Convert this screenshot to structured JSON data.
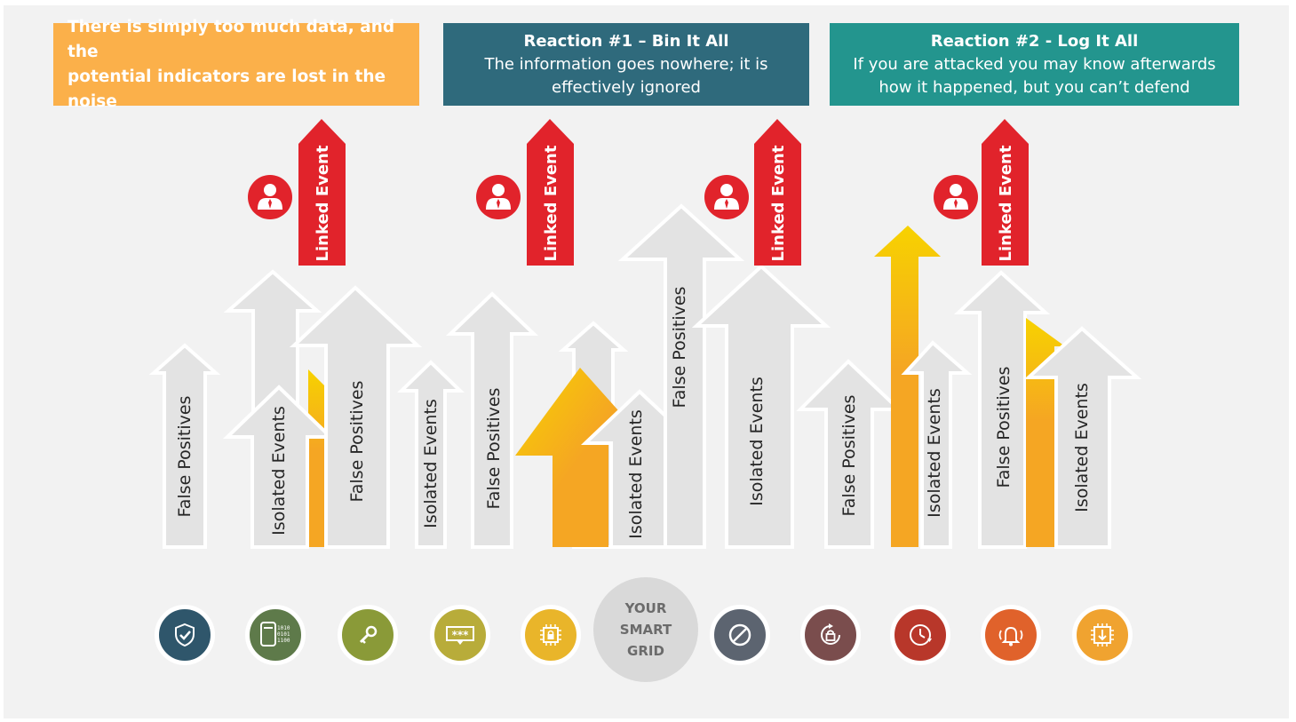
{
  "banners": {
    "noise": {
      "line1": "There is simply too much data, and the",
      "line2": "potential indicators are lost in the noise",
      "color": "#fbb04a"
    },
    "bin_it_all": {
      "title": "Reaction #1 – Bin It All",
      "line1": "The information goes nowhere; it is",
      "line2": "effectively ignored",
      "color": "#2f6a7c"
    },
    "log_it_all": {
      "title": "Reaction #2 - Log It All",
      "line1": "If you are attacked you may know afterwards",
      "line2": "how it happened, but you can’t defend",
      "color": "#23958e"
    }
  },
  "linked_event_label": "Linked Event",
  "arrow_labels": {
    "false_positives": "False Positives",
    "isolated_events": "Isolated Events"
  },
  "hub": {
    "line1": "YOUR",
    "line2": "SMART",
    "line3": "GRID"
  },
  "icons": [
    {
      "name": "shield-check-icon",
      "color": "#2f566b"
    },
    {
      "name": "binary-data-icon",
      "color": "#5e7a4a",
      "text": [
        "1010",
        "0101",
        "1100"
      ]
    },
    {
      "name": "key-icon",
      "color": "#8a9a38"
    },
    {
      "name": "password-icon",
      "color": "#b8ac3a",
      "text": "***"
    },
    {
      "name": "chip-lock-icon",
      "color": "#e9b52a"
    },
    {
      "name": "blocked-icon",
      "color": "#5c6470"
    },
    {
      "name": "rotate-lock-icon",
      "color": "#7a4d4d"
    },
    {
      "name": "clock-refresh-icon",
      "color": "#b8372a"
    },
    {
      "name": "alarm-bell-icon",
      "color": "#e0622b"
    },
    {
      "name": "download-icon",
      "color": "#f0a330"
    }
  ],
  "colors": {
    "linked_event": "#e1232b",
    "grey_arrow": "#e3e3e3",
    "orange_arrow": "#f5a623",
    "yellow_tip": "#f7d200"
  }
}
